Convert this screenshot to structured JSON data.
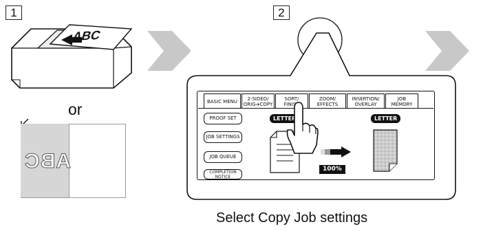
{
  "step1": {
    "number": "1",
    "or_label": "or",
    "adf_text": "ABC",
    "glass_text": "ABC"
  },
  "step2": {
    "number": "2",
    "tabs": [
      "BASIC MENU",
      "2-SIDED/\nORIG➔COPY",
      "SORT/\nFINISH",
      "ZOOM/\nEFFECTS",
      "INSERTION/\nOVERLAY",
      "JOB\nMEMORY"
    ],
    "side_buttons": [
      "PROOF SET",
      "JOB SETTINGS",
      "JOB QUEUE",
      "COMPLETION\nNOTICE"
    ],
    "paper_left": "LETTER",
    "paper_right": "LETTER",
    "zoom": "100%"
  },
  "caption": "Select Copy Job settings",
  "colors": {
    "arrow": "#c8c8c8",
    "frame": "#111111",
    "panel_bg": "#ffffff"
  }
}
